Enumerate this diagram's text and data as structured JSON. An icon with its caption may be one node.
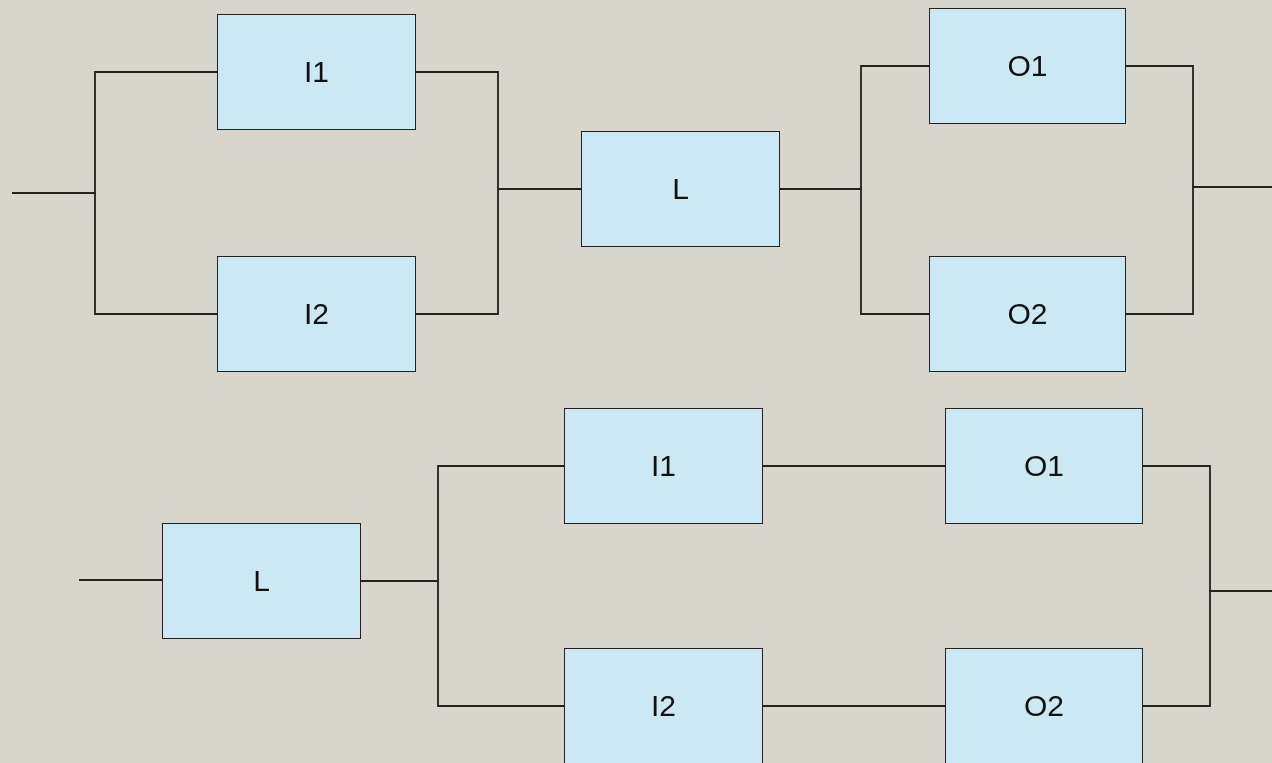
{
  "diagram": {
    "nodes": [
      {
        "text": [
          "I1"
        ]
      },
      {
        "text": [
          "I2"
        ]
      },
      {
        "text": [
          "L"
        ]
      },
      {
        "text": [
          "O1"
        ]
      },
      {
        "text": [
          "O2"
        ]
      },
      {
        "text": [
          "L"
        ]
      },
      {
        "text": [
          "I1"
        ]
      },
      {
        "text": [
          "I2"
        ]
      },
      {
        "text": [
          "O1"
        ]
      },
      {
        "text": [
          "O2"
        ]
      }
    ],
    "edges": [
      {
        "from": null,
        "to": 0,
        "arrow": "none"
      },
      {
        "from": null,
        "to": 1,
        "arrow": "none"
      },
      {
        "from": 0,
        "to": 2,
        "arrow": "none"
      },
      {
        "from": 1,
        "to": 2,
        "arrow": "none"
      },
      {
        "from": 2,
        "to": 3,
        "arrow": "none"
      },
      {
        "from": 2,
        "to": 4,
        "arrow": "none"
      },
      {
        "from": 3,
        "to": null,
        "arrow": "none"
      },
      {
        "from": 4,
        "to": null,
        "arrow": "none"
      },
      {
        "from": null,
        "to": 5,
        "arrow": "none"
      },
      {
        "from": 5,
        "to": 6,
        "arrow": "none"
      },
      {
        "from": 5,
        "to": 7,
        "arrow": "none"
      },
      {
        "from": 6,
        "to": 8,
        "arrow": "none"
      },
      {
        "from": 7,
        "to": 9,
        "arrow": "none"
      },
      {
        "from": 8,
        "to": null,
        "arrow": "none"
      },
      {
        "from": 9,
        "to": null,
        "arrow": "none"
      }
    ]
  }
}
